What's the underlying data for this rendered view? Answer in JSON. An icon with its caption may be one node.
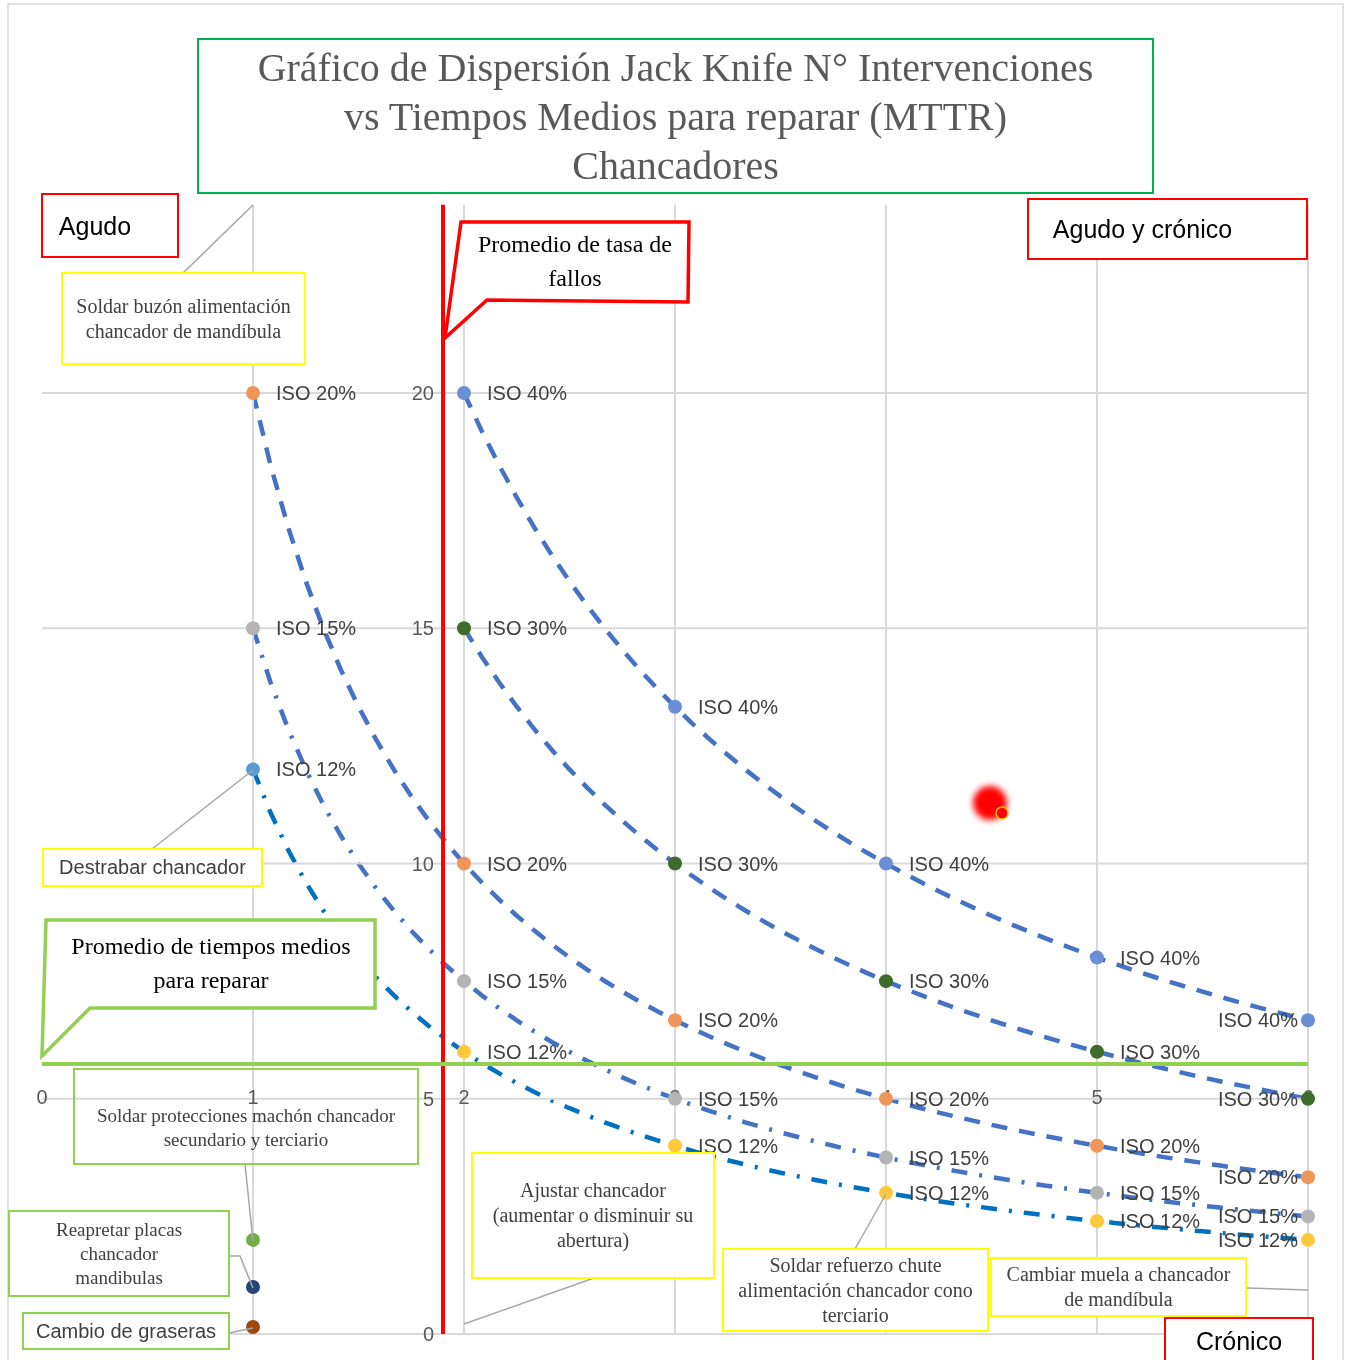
{
  "diagram": {
    "title": "Gráfico de Dispersión Jack Knife N° Intervenciones vs Tiempos Medios para reparar (MTTR) Chancadores",
    "nodes": [
      {
        "text": [
          "Agudo"
        ]
      },
      {
        "text": [
          "Agudo y crónico"
        ]
      },
      {
        "text": [
          "Promedio de tasa de fallos"
        ]
      },
      {
        "text": [
          "Soldar buzón alimentación chancador de mandíbula"
        ]
      },
      {
        "text": [
          "Destrabar chancador"
        ]
      },
      {
        "text": [
          "Promedio de tiempos medios para reparar"
        ]
      },
      {
        "text": [
          "Soldar protecciones machón chancador secundario y terciario"
        ]
      },
      {
        "text": [
          "Reapretar placas chancador mandibulas"
        ]
      },
      {
        "text": [
          "Ajustar chancador (aumentar o disminuir su abertura)"
        ]
      },
      {
        "text": [
          "Soldar refuerzo chute alimentación chancador cono terciario"
        ]
      },
      {
        "text": [
          "Cambiar muela a chancador de mandíbula"
        ]
      },
      {
        "text": [
          "Cambio de graseras"
        ]
      },
      {
        "text": [
          "Crónico"
        ]
      }
    ],
    "edges": [
      {
        "from": 3,
        "to": null,
        "arrow": "none"
      },
      {
        "from": 4,
        "to": null,
        "arrow": "none"
      },
      {
        "from": 6,
        "to": null,
        "arrow": "none"
      },
      {
        "from": 7,
        "to": null,
        "arrow": "none"
      },
      {
        "from": 8,
        "to": null,
        "arrow": "none"
      },
      {
        "from": 9,
        "to": null,
        "arrow": "none"
      },
      {
        "from": 10,
        "to": null,
        "arrow": "none"
      },
      {
        "from": 11,
        "to": null,
        "arrow": "none"
      }
    ],
    "chart_data": {
      "type": "scatter",
      "x": [
        1,
        2,
        3,
        4,
        5,
        6
      ],
      "xlim": [
        0,
        6
      ],
      "ylim": [
        0,
        24
      ],
      "xticks": [
        0,
        1,
        2,
        3,
        4,
        5,
        6
      ],
      "yticks": [
        0,
        5,
        10,
        15,
        20
      ],
      "grid": true,
      "series": [
        {
          "color": "#6b8fd6",
          "values": [
            null,
            20,
            13.33,
            10,
            8,
            6.67
          ]
        },
        {
          "color": "#3f6b2b",
          "values": [
            null,
            15,
            10,
            7.5,
            6,
            5
          ]
        },
        {
          "color": "#f0965a",
          "values": [
            20,
            10,
            6.67,
            5,
            4,
            3.33
          ]
        },
        {
          "color": "#b4b4b4",
          "values": [
            15,
            7.5,
            5,
            3.75,
            3,
            2.5
          ]
        },
        {
          "color": "#5b9bd5",
          "values": [
            12,
            null,
            null,
            null,
            null,
            null
          ]
        },
        {
          "color": "#ffc83d",
          "values": [
            null,
            6,
            4,
            3,
            2.4,
            2
          ]
        },
        {
          "color": "#70ad47",
          "values": [
            2,
            null,
            null,
            null,
            null,
            null
          ]
        },
        {
          "color": "#264478",
          "values": [
            1,
            null,
            null,
            null,
            null,
            null
          ]
        },
        {
          "color": "#9e480e",
          "values": [
            0.15,
            null,
            null,
            null,
            null,
            null
          ]
        }
      ],
      "value_labels": [
        [
          null,
          "ISO 40%",
          "ISO 40%",
          "ISO 40%",
          "ISO 40%",
          "ISO 40%"
        ],
        [
          null,
          "ISO 30%",
          "ISO 30%",
          "ISO 30%",
          "ISO 30%",
          "ISO 30%"
        ],
        [
          "ISO 20%",
          "ISO 20%",
          "ISO 20%",
          "ISO 20%",
          "ISO 20%",
          "ISO 20%"
        ],
        [
          "ISO 15%",
          "ISO 15%",
          "ISO 15%",
          "ISO 15%",
          "ISO 15%",
          "ISO 15%"
        ],
        [
          "ISO 12%",
          null,
          null,
          null,
          null,
          null
        ],
        [
          null,
          "ISO 12%",
          "ISO 12%",
          "ISO 12%",
          "ISO 12%",
          "ISO 12%"
        ],
        [
          null,
          null,
          null,
          null,
          null,
          null
        ],
        [
          null,
          null,
          null,
          null,
          null,
          null
        ],
        [
          null,
          null,
          null,
          null,
          null,
          null
        ]
      ]
    }
  }
}
